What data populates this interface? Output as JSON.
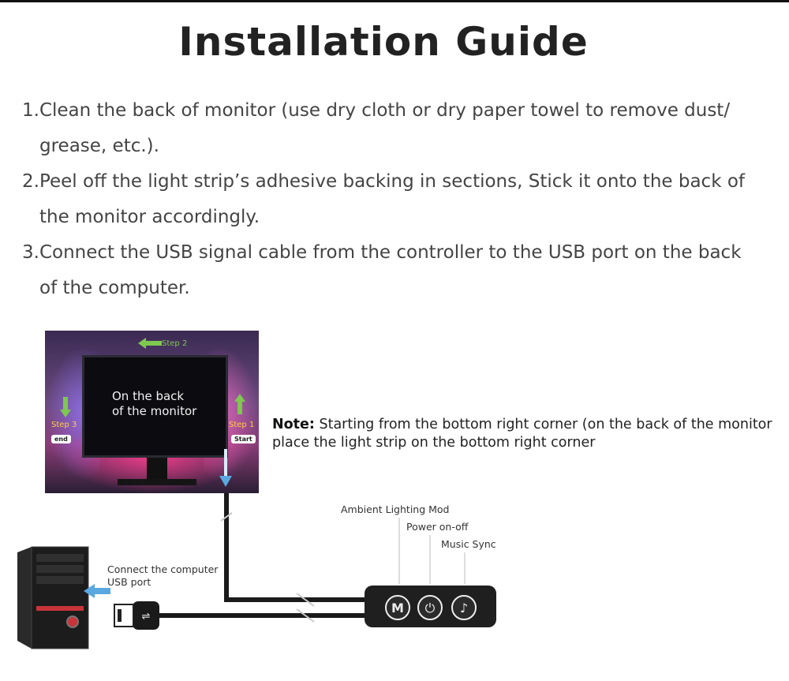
{
  "header": {
    "title": "Installation Guide"
  },
  "instructions": [
    {
      "line1": "1.Clean the back of monitor (use dry cloth or dry paper towel to remove dust/",
      "line2": "grease, etc.)."
    },
    {
      "line1": "2.Peel off the light strip’s adhesive backing in sections,  Stick it onto the back of",
      "line2": "the monitor accordingly."
    },
    {
      "line1": "3.Connect the USB signal cable from the controller to the USB port on the back",
      "line2": "of the computer."
    }
  ],
  "photo": {
    "caption_line1": "On the back",
    "caption_line2": "of the monitor",
    "step_top": "Step 2",
    "step_left": "Step 3",
    "step_right": "Step 1",
    "tag_end": "end",
    "tag_start": "Start"
  },
  "note": {
    "label": "Note:",
    "line1": " Starting from the bottom right corner (on the back of the monitor",
    "line2": "place the light strip on the bottom right corner"
  },
  "controller": {
    "label_ambient": "Ambient Lighting Mod",
    "label_power": "Power on-off",
    "label_music": "Music Sync",
    "icon_mode": "M",
    "icon_power": "⏻",
    "icon_music": "♪"
  },
  "computer": {
    "label_line1": "Connect the computer",
    "label_line2": "USB port"
  },
  "colors": {
    "arrow_green": "#7ec850",
    "arrow_blue": "#5aa8e0",
    "cable": "#1a1a1a"
  }
}
